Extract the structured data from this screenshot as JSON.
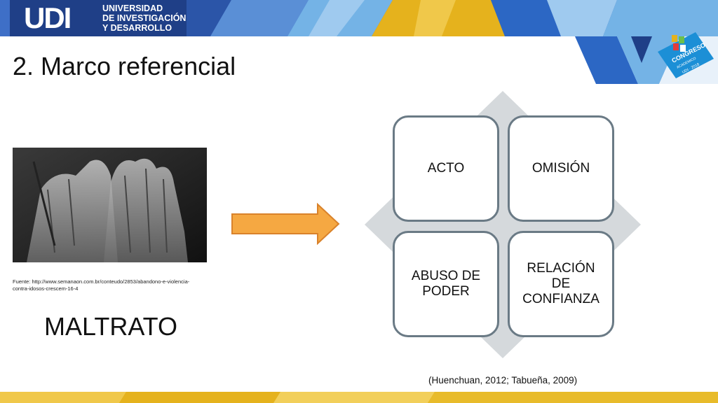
{
  "header": {
    "logo_mark": "UDI",
    "logo_line1": "UNIVERSIDAD",
    "logo_line2": "DE INVESTIGACIÓN",
    "logo_line3": "Y DESARROLLO",
    "badge_text": "CONGRESO",
    "badge_sub": "ACADÉMICO",
    "badge_year": "UDI · 2018"
  },
  "slide": {
    "title": "2. Marco referencial",
    "source_note": "Fuente: http://www.semanaon.com.br/conteudo/2853/abandono-e-violencia-contra-idosos-crescem-16-4",
    "concept": "MALTRATO",
    "matrix": {
      "top_left": "ACTO",
      "top_right": "OMISIÓN",
      "bottom_left": "ABUSO DE PODER",
      "bottom_right": "RELACIÓN DE CONFIANZA"
    },
    "citation": "(Huenchuan, 2012; Tabueña, 2009)"
  },
  "colors": {
    "navy": "#1f3f87",
    "blue": "#3e6fc7",
    "light_blue": "#74b3e6",
    "gold": "#e5b21d",
    "orange_arrow": "#f5a842",
    "cell_border": "#6a7a85",
    "diamond": "#d5d9dc"
  }
}
